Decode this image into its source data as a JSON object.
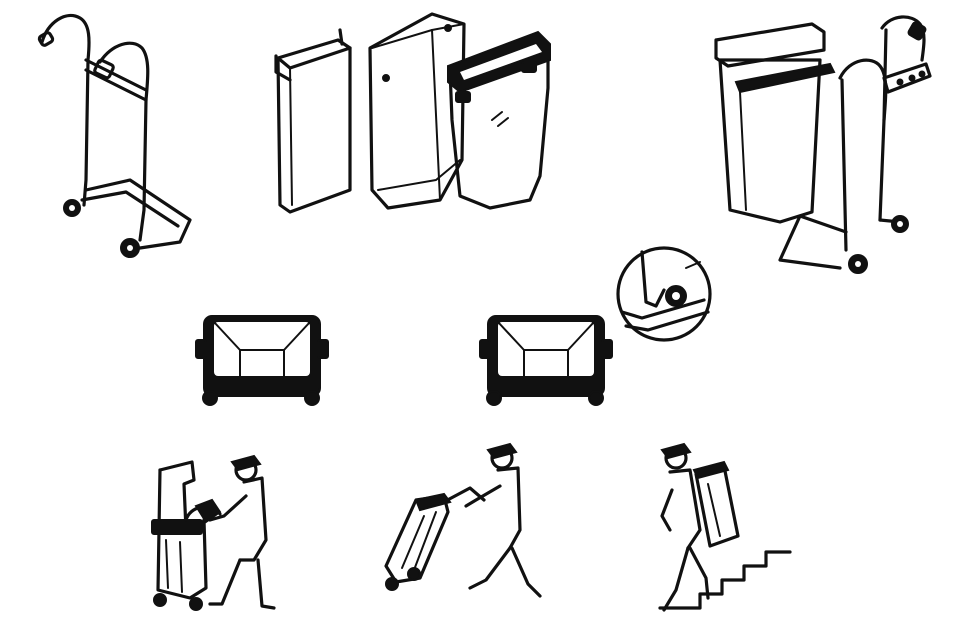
{
  "illustration": {
    "panels": [
      {
        "name": "handcart-frame-empty"
      },
      {
        "name": "bag-holder-insert"
      },
      {
        "name": "paper-bag"
      },
      {
        "name": "lidded-bin"
      },
      {
        "name": "bin-with-handcart-frame"
      },
      {
        "name": "bin-top-view-left"
      },
      {
        "name": "bin-top-view-right"
      },
      {
        "name": "wheel-detail"
      },
      {
        "name": "worker-unloading-cart"
      },
      {
        "name": "worker-pulling-cart"
      },
      {
        "name": "worker-climbing-stairs"
      }
    ],
    "colors": {
      "ink": "#111111",
      "paper": "#ffffff"
    }
  }
}
